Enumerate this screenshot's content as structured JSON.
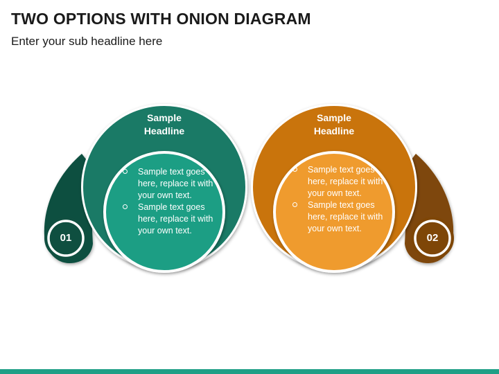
{
  "title": "TWO OPTIONS WITH ONION DIAGRAM",
  "subtitle": "Enter your sub headline here",
  "options": [
    {
      "number": "01",
      "headline_line1": "Sample",
      "headline_line2": "Headline",
      "bullets": [
        "Sample text goes here, replace it with your own text.",
        "Sample text goes here, replace it with your own text."
      ],
      "colors": {
        "outer": "#1a7a66",
        "inner": "#1f9e84",
        "tail": "#0f4f40"
      }
    },
    {
      "number": "02",
      "headline_line1": "Sample",
      "headline_line2": "Headline",
      "bullets": [
        "Sample text goes here, replace it with your own text.",
        "Sample text goes here, replace it with your own text."
      ],
      "colors": {
        "outer": "#c9740c",
        "inner": "#ef9b2d",
        "tail": "#7e4607"
      }
    }
  ]
}
